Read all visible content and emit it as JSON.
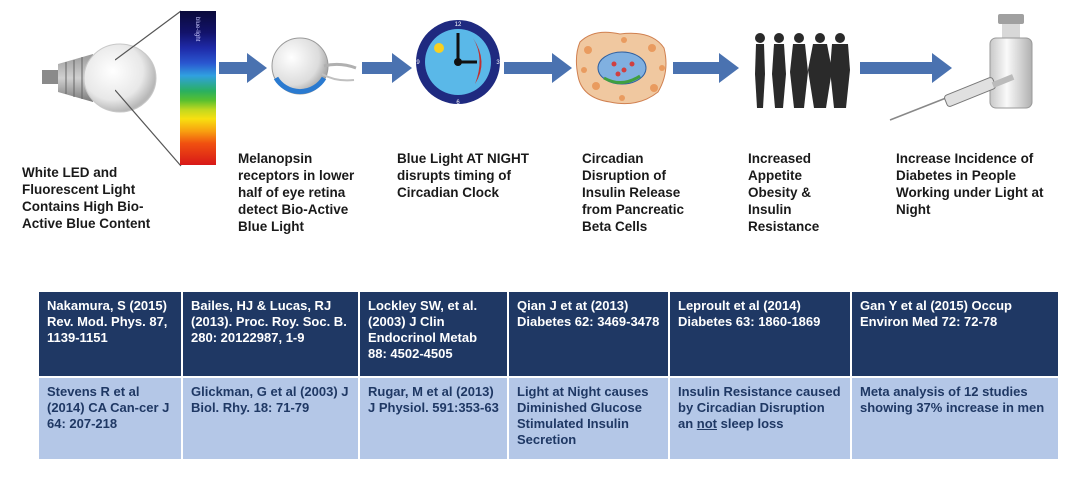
{
  "captions": {
    "led": "White LED and Fluorescent Light Contains High Bio-Active Blue Content",
    "eye": "Melanopsin receptors in lower half of eye retina detect Bio-Active Blue Light",
    "clock": "Blue Light AT NIGHT disrupts timing of Circadian Clock",
    "pancreas": "Circadian Disruption of Insulin Release from Pancreatic Beta Cells",
    "obesity": "Increased Appetite Obesity & Insulin Resistance",
    "diabetes": "Increase Incidence of Diabetes in People Working under Light at Night"
  },
  "spectrum_label": "blue-light",
  "icons": [
    "led-bulb-icon",
    "spectrum-bar",
    "eye-icon",
    "clock-icon",
    "pancreas-cells-icon",
    "body-silhouettes-icon",
    "insulin-vial-syringe-icon"
  ],
  "colors": {
    "arrow": "#4a72b0",
    "table_top": "#1f3864",
    "table_bottom": "#b4c7e7"
  },
  "references_top": [
    "Nakamura, S (2015) Rev. Mod. Phys. 87, 1139-1151",
    "Bailes, HJ & Lucas, RJ (2013). Proc. Roy. Soc. B. 280: 20122987, 1-9",
    "Lockley SW, et al. (2003) J Clin Endocrinol Metab 88: 4502-4505",
    "Qian J et at (2013) Diabetes 62: 3469-3478",
    "Leproult et al (2014) Diabetes 63: 1860-1869",
    "Gan Y et al (2015) Occup Environ Med 72: 72-78"
  ],
  "references_bottom": [
    "Stevens R et al (2014) CA Can-cer J 64: 207-218",
    "Glickman, G et al (2003) J Biol. Rhy. 18: 71-79",
    "Rugar, M et al (2013) J Physiol. 591:353-63",
    "Light at Night causes Diminished Glucose Stimulated Insulin Secretion",
    {
      "before": "Insulin Resistance caused by Circadian Disruption an ",
      "underlined": "not",
      "after": " sleep loss"
    },
    "Meta analysis of 12 studies showing 37% increase in men"
  ]
}
